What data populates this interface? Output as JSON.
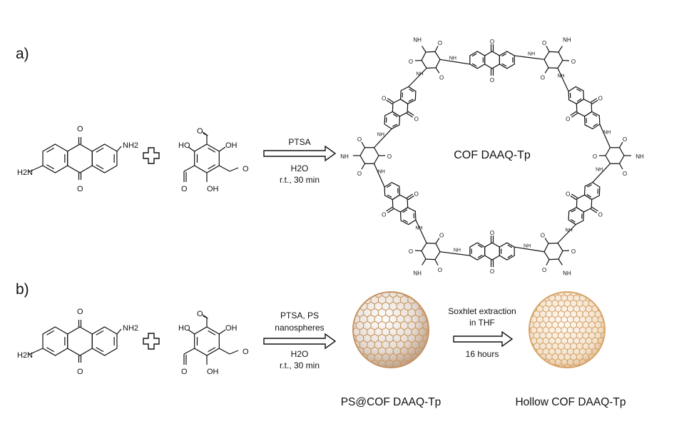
{
  "panels": {
    "a": "a)",
    "b": "b)"
  },
  "monomers": {
    "amine": {
      "o_top": "O",
      "o_bottom": "O",
      "nh2": "NH2",
      "h2n": "H2N"
    },
    "aldehyde": {
      "o_top": "O",
      "o_right": "O",
      "o_left": "O",
      "ho": "HO",
      "oh_right": "OH",
      "oh_bottom": "OH"
    }
  },
  "reaction_a": {
    "catalyst": "PTSA",
    "solvent": "H2O",
    "conditions": "r.t., 30 min",
    "product": "COF DAAQ-Tp"
  },
  "reaction_b": {
    "catalyst": "PTSA, PS",
    "template": "nanospheres",
    "solvent": "H2O",
    "conditions": "r.t., 30 min",
    "step2_line1": "Soxhlet extraction",
    "step2_line2": "in  THF",
    "step2_time": "16 hours",
    "product1": "PS@COF DAAQ-Tp",
    "product2": "Hollow COF DAAQ-Tp"
  },
  "cof_atoms": {
    "carbonyl": "O",
    "imine": "NH"
  },
  "colors": {
    "line": "#111111",
    "sphere_mesh": "#c8935a",
    "sphere_fill": "#e9ddd2"
  }
}
